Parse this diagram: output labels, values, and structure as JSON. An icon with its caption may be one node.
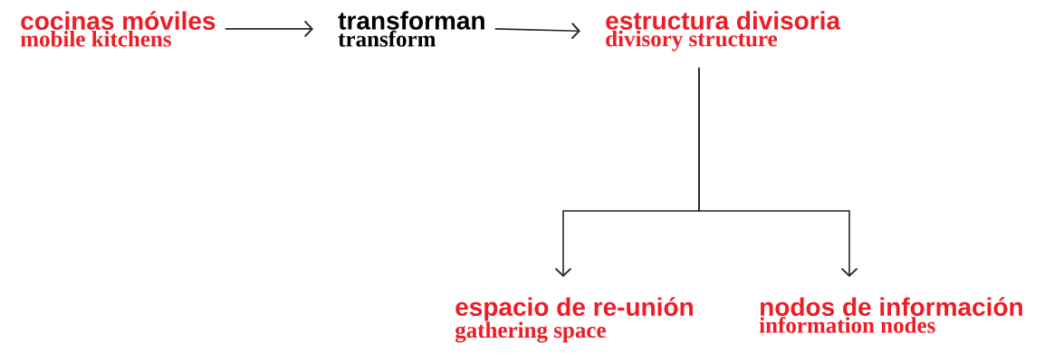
{
  "diagram": {
    "nodes": [
      {
        "text": [
          "cocinas móviles",
          "mobile kitchens"
        ]
      },
      {
        "text": [
          "transforman",
          "transform"
        ]
      },
      {
        "text": [
          "estructura divisoria",
          "divisory structure"
        ]
      },
      {
        "text": [
          "espacio de re-unión",
          "gathering space"
        ]
      },
      {
        "text": [
          "nodos de información",
          "information nodes"
        ]
      }
    ],
    "edges": [
      {
        "from": 0,
        "to": 1,
        "arrow": "to"
      },
      {
        "from": 1,
        "to": 2,
        "arrow": "to"
      },
      {
        "from": 2,
        "to": 3,
        "arrow": "to"
      },
      {
        "from": 2,
        "to": 4,
        "arrow": "to"
      }
    ]
  }
}
